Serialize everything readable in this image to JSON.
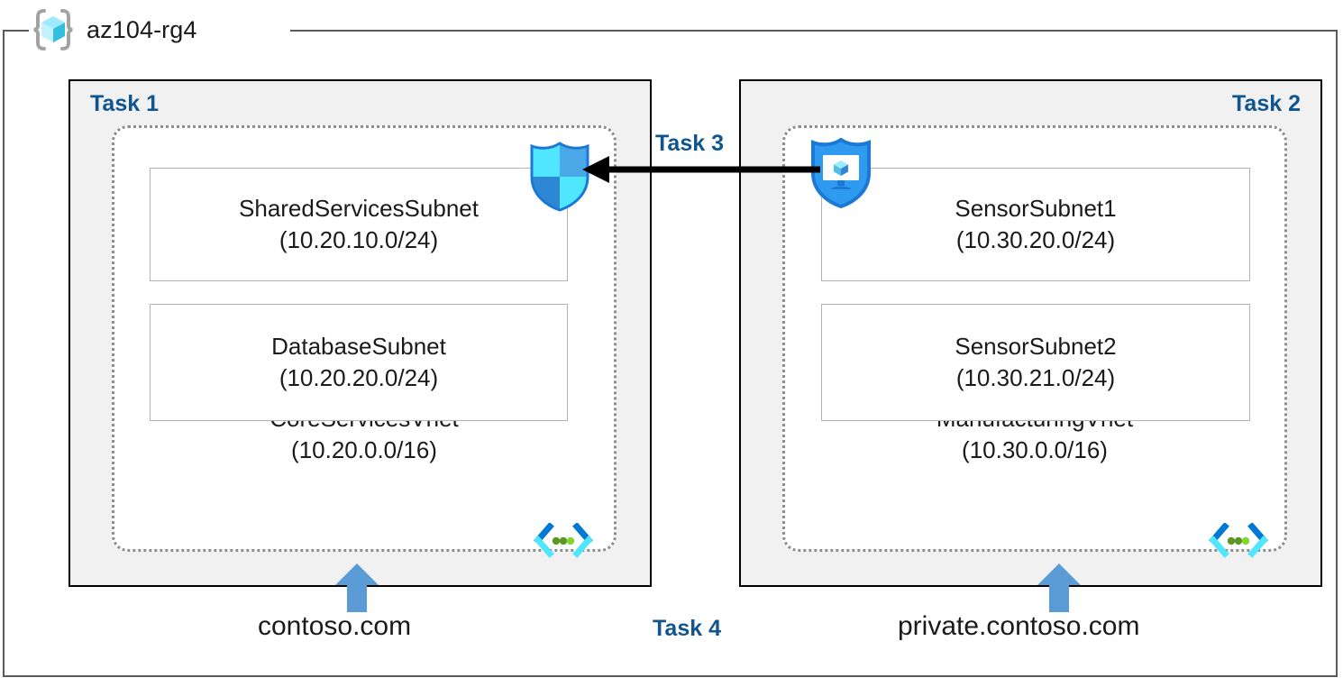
{
  "diagram": {
    "resource_group": {
      "icon": "resource-group-cube-icon",
      "name": "az104-rg4"
    },
    "panels": [
      {
        "id": "task1",
        "task_label": "Task 1",
        "label_align": "left",
        "vnet": {
          "name": "CoreServicesVnet",
          "cidr": "(10.20.0.0/16)",
          "icon": "vnet-brackets-icon",
          "subnets": [
            {
              "name": "SharedServicesSubnet",
              "cidr": "(10.20.10.0/24)"
            },
            {
              "name": "DatabaseSubnet",
              "cidr": "(10.20.20.0/24)"
            }
          ]
        },
        "dns": {
          "label": "contoso.com",
          "arrow": "up-arrow-icon"
        }
      },
      {
        "id": "task2",
        "task_label": "Task 2",
        "label_align": "right",
        "vnet": {
          "name": "ManufacturingVnet",
          "cidr": "(10.30.0.0/16)",
          "icon": "vnet-brackets-icon",
          "subnets": [
            {
              "name": "SensorSubnet1",
              "cidr": "(10.30.20.0/24)"
            },
            {
              "name": "SensorSubnet2",
              "cidr": "(10.30.21.0/24)"
            }
          ]
        },
        "dns": {
          "label": "private.contoso.com",
          "arrow": "up-arrow-icon"
        }
      }
    ],
    "connector": {
      "label": "Task 3",
      "direction": "right-to-left",
      "source_icon": "vm-shield-icon",
      "target_icon": "nsg-shield-icon"
    },
    "task4": {
      "label": "Task 4"
    },
    "colors": {
      "task_label": "#11558f",
      "panel_fill": "#f1f1f1",
      "panel_border": "#000000",
      "vnet_border": "#8d8d8d",
      "subnet_border": "#b3b3b3",
      "container_border": "#5a5a5a",
      "arrow_blue": "#5b9bd5",
      "shield_blue": "#1f8fe8",
      "cube_cyan": "#50e6ff"
    }
  }
}
